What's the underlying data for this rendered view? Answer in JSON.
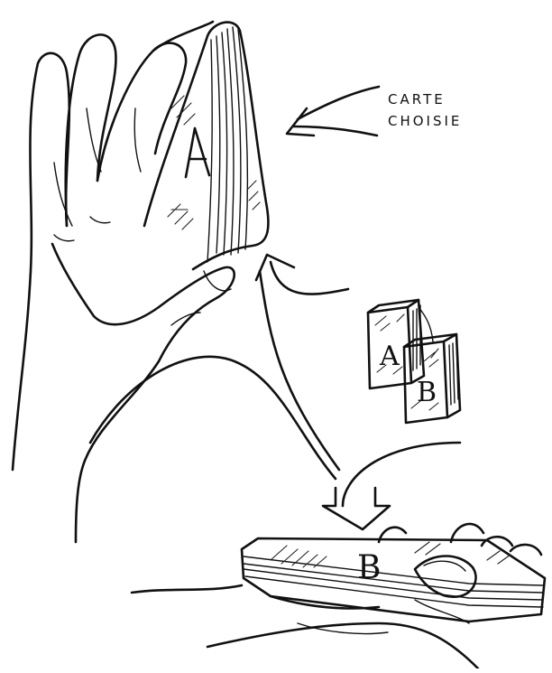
{
  "annotation": {
    "line1": "CARTE",
    "line2": "CHOISIE"
  },
  "labels": {
    "card_a": "A",
    "card_b": "B",
    "packet_a": "A",
    "deck_b": "B"
  },
  "colors": {
    "ink": "#111111",
    "paper": "#ffffff"
  }
}
